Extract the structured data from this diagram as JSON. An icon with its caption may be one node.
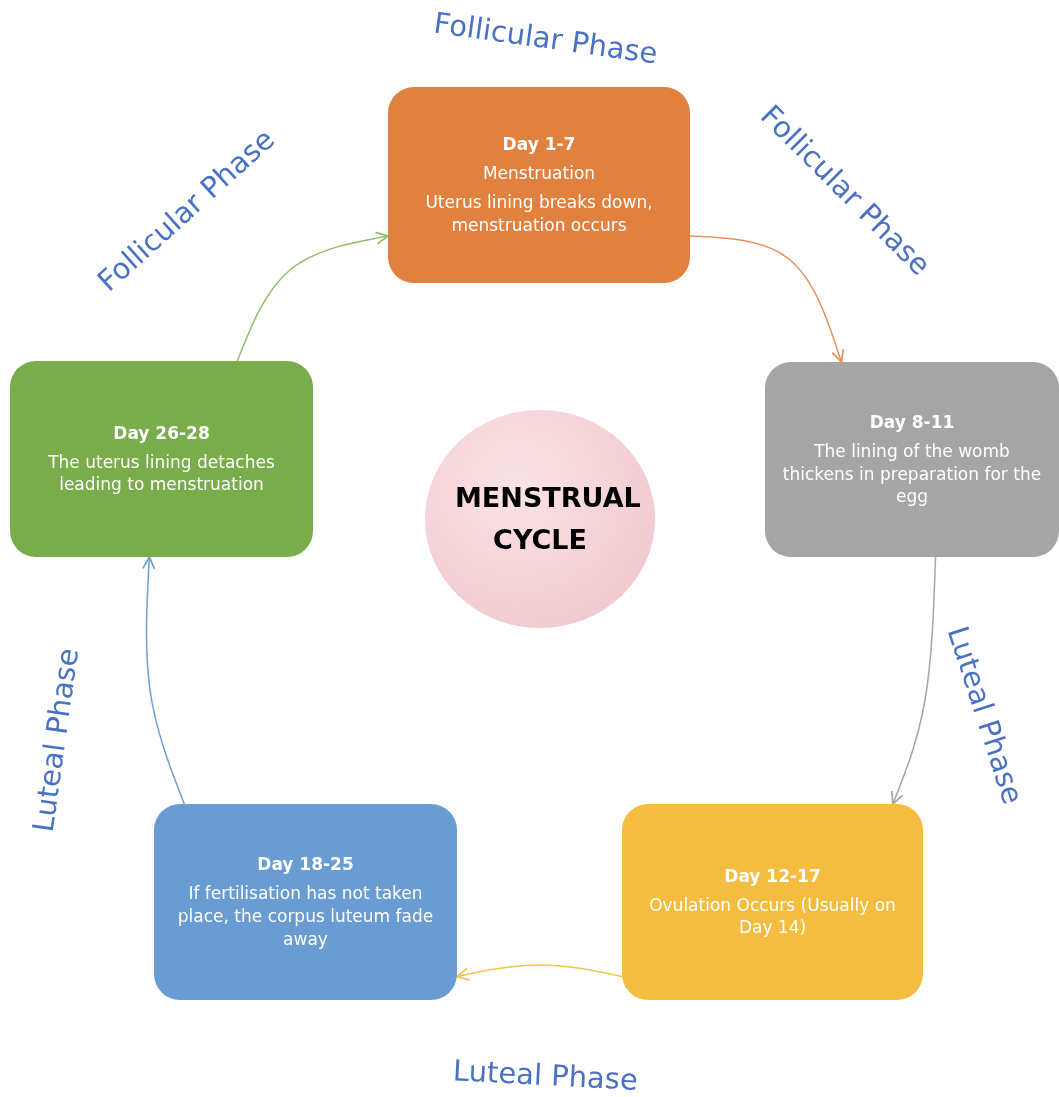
{
  "diagram": {
    "nodes": [
      {
        "text": [
          "Day 1-7",
          "Menstruation",
          "Uterus lining breaks down, menstruation occurs"
        ]
      },
      {
        "text": [
          "Day 8-11",
          "The lining of the womb thickens in preparation for the egg"
        ]
      },
      {
        "text": [
          "Day 12-17",
          "Ovulation Occurs (Usually on Day 14)"
        ]
      },
      {
        "text": [
          "Day 18-25",
          "If fertilisation has not taken place, the corpus luteum fade away"
        ]
      },
      {
        "text": [
          "Day 26-28",
          "The uterus lining detaches leading to menstruation"
        ]
      },
      {
        "text": [
          "MENSTRUAL CYCLE"
        ]
      }
    ],
    "edges": [
      {
        "from": 0,
        "to": 1,
        "arrow": "to",
        "color": "#e8905a"
      },
      {
        "from": 1,
        "to": 2,
        "arrow": "to",
        "color": "#a6a6a6"
      },
      {
        "from": 2,
        "to": 3,
        "arrow": "to",
        "color": "#f2c24e"
      },
      {
        "from": 3,
        "to": 4,
        "arrow": "to",
        "color": "#6f9fd8"
      },
      {
        "from": 4,
        "to": 0,
        "arrow": "to",
        "color": "#92bd6a"
      }
    ],
    "labels": [
      "Follicular Phase",
      "Follicular Phase",
      "Follicular Phase",
      "Luteal Phase",
      "Luteal Phase",
      "Luteal Phase"
    ]
  }
}
